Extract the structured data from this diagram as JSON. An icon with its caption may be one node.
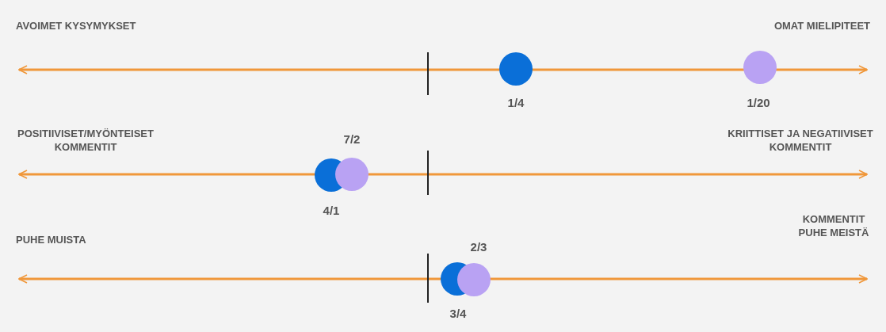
{
  "diagram": {
    "nodes": [
      {
        "text": [],
        "shape": "circle",
        "beside": [
          "1/4"
        ]
      },
      {
        "text": [],
        "shape": "circle",
        "beside": [
          "1/20"
        ]
      },
      {
        "text": [],
        "shape": "circle",
        "beside": [
          "4/1"
        ]
      },
      {
        "text": [],
        "shape": "circle",
        "beside": [
          "7/2"
        ]
      },
      {
        "text": [],
        "shape": "circle",
        "beside": [
          "3/4"
        ]
      },
      {
        "text": [],
        "shape": "circle",
        "beside": [
          "2/3"
        ]
      }
    ],
    "labels": [
      "AVOIMET KYSYMYKSET",
      "OMAT MIELIPITEET",
      "POSITIIVISET/MYÖNTEISET KOMMENTIT",
      "KRIITTISET JA NEGATIIVISET KOMMENTIT",
      "PUHE MUISTA",
      "KOMMENTIT PUHE MEISTÄ"
    ]
  }
}
